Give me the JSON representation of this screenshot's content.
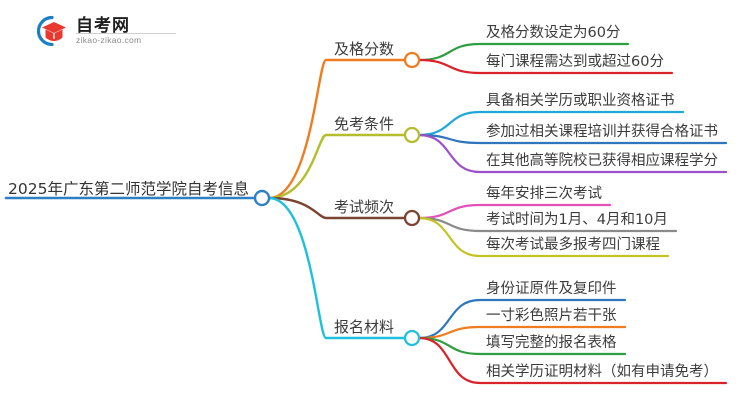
{
  "logo": {
    "name": "自考网",
    "url": "zikao-zikao.com",
    "mark_icon": "graduation-cap-circle-icon",
    "arc_color": "#1b7fc4",
    "cap_color": "#e8392f"
  },
  "mindmap": {
    "root": {
      "label": "2025年广东第二师范学院自考信息",
      "color": "#2f7fc4",
      "node_color": "#2f7fc4"
    },
    "branches": [
      {
        "label": "及格分数",
        "color": "#ef7d20",
        "children": [
          {
            "label": "及格分数设定为60分",
            "color": "#2f9e41"
          },
          {
            "label": "每门课程需达到或超过60分",
            "color": "#d8232a"
          }
        ]
      },
      {
        "label": "免考条件",
        "color": "#b5bd2b",
        "children": [
          {
            "label": "具备相关学历或职业资格证书",
            "color": "#1fa8d8"
          },
          {
            "label": "参加过相关课程培训并获得合格证书",
            "color": "#2f76bd"
          },
          {
            "label": "在其他高等院校已获得相应课程学分",
            "color": "#9b4fc8"
          }
        ]
      },
      {
        "label": "考试频次",
        "color": "#7b4331",
        "children": [
          {
            "label": "每年安排三次考试",
            "color": "#e252b6"
          },
          {
            "label": "考试时间为1月、4月和10月",
            "color": "#8a8a8a"
          },
          {
            "label": "每次考试最多报考四门课程",
            "color": "#c3c322"
          }
        ]
      },
      {
        "label": "报名材料",
        "color": "#1fc0dd",
        "children": [
          {
            "label": "身份证原件及复印件",
            "color": "#2f76bd"
          },
          {
            "label": "一寸彩色照片若干张",
            "color": "#ef7d20"
          },
          {
            "label": "填写完整的报名表格",
            "color": "#2f9e41"
          },
          {
            "label": "相关学历证明材料（如有申请免考）",
            "color": "#d8232a"
          }
        ]
      }
    ]
  }
}
